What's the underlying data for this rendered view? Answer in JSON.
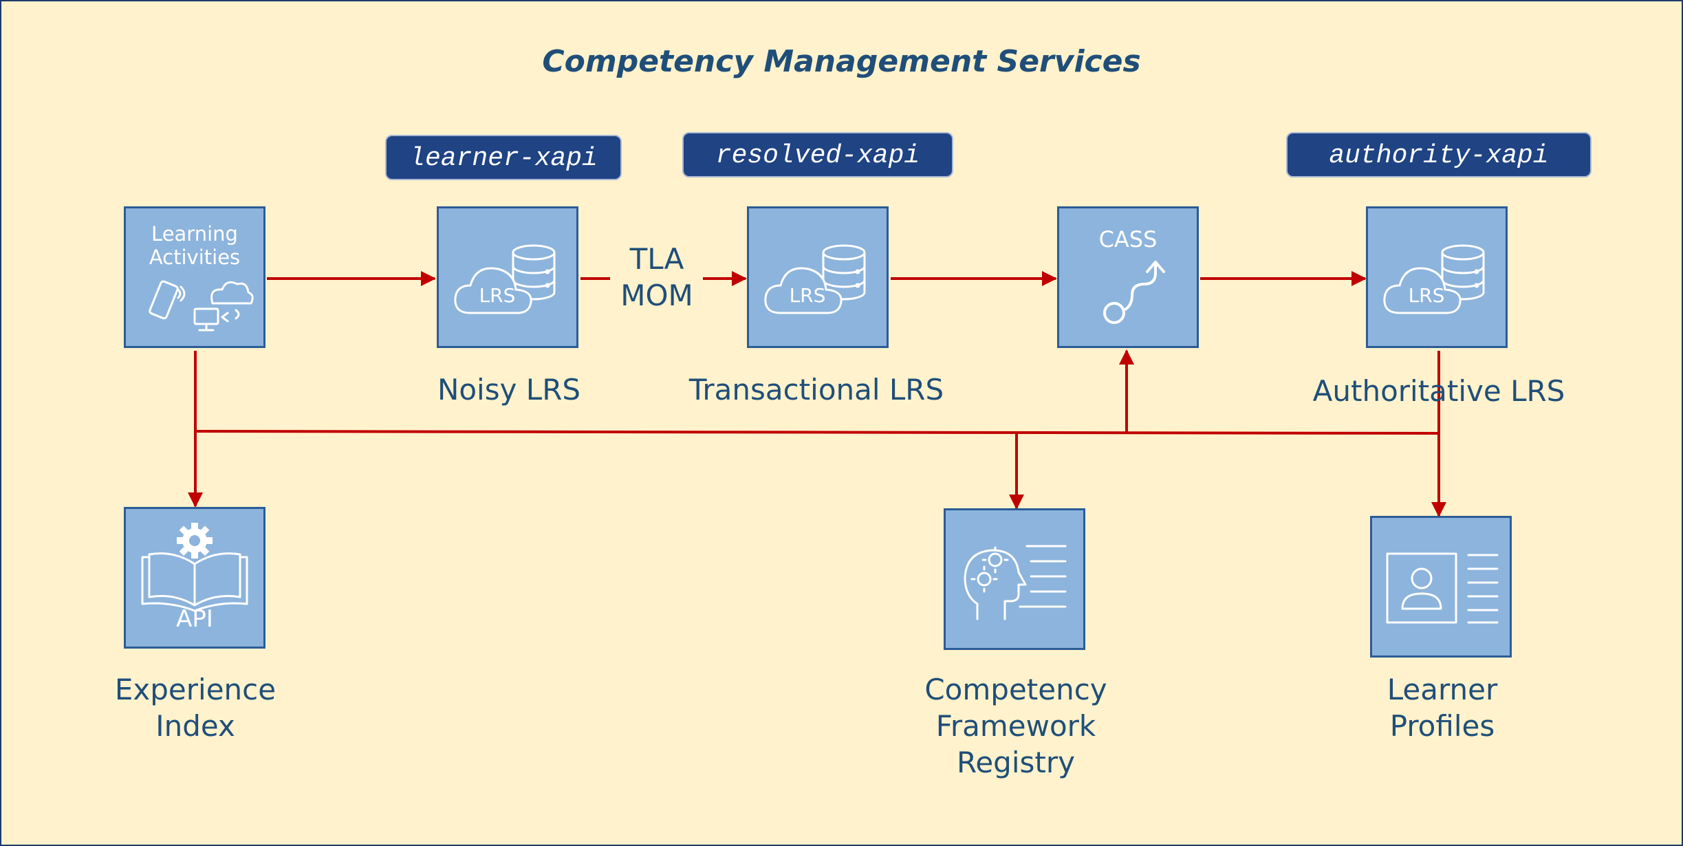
{
  "title": "Competency Management Services",
  "tags": {
    "learner": "learner-xapi",
    "resolved": "resolved-xapi",
    "authority": "authority-xapi"
  },
  "nodes": {
    "learning_activities": {
      "label_line1": "Learning",
      "label_line2": "Activities"
    },
    "noisy_lrs": {
      "icon_text": "LRS",
      "caption": "Noisy LRS"
    },
    "transactional_lrs": {
      "icon_text": "LRS",
      "caption": "Transactional LRS"
    },
    "cass": {
      "icon_text": "CASS"
    },
    "authoritative_lrs": {
      "icon_text": "LRS",
      "caption": "Authoritative LRS"
    },
    "experience_index": {
      "icon_text": "API",
      "caption": "Experience\nIndex"
    },
    "competency_registry": {
      "caption": "Competency\nFramework\nRegistry"
    },
    "learner_profiles": {
      "caption": "Learner\nProfiles"
    }
  },
  "connector": {
    "line1": "TLA",
    "line2": "MOM"
  },
  "colors": {
    "background": "#fff2cc",
    "node_fill": "#8db4dc",
    "node_border": "#2c5c97",
    "tag_fill": "#1f4383",
    "arrow": "#c00000",
    "text": "#1f4e79"
  }
}
